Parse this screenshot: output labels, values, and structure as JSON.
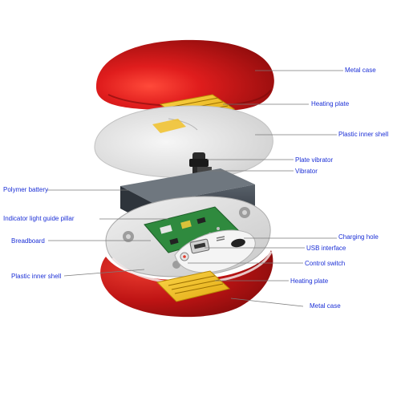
{
  "labels": {
    "metal_case_top": "Metal case",
    "heating_plate_top": "Heating plate",
    "plastic_inner_shell_right": "Plastic inner shell",
    "plate_vibrator": "Plate vibrator",
    "vibrator": "Vibrator",
    "polymer_battery": "Polymer battery",
    "indicator_light_guide_pillar": "Indicator light guide pillar",
    "charging_hole": "Charging hole",
    "breadboard": "Breadboard",
    "usb_interface": "USB interface",
    "control_switch": "Control switch",
    "plastic_inner_shell_left": "Plastic inner shell",
    "heating_plate_bottom": "Heating plate",
    "metal_case_bottom": "Metal case"
  },
  "colors": {
    "label_text": "#1b2fd6",
    "leader_line": "#7a7a7a",
    "metal_case_red": "#d01818",
    "heating_plate_yellow": "#f3c21a",
    "inner_shell_white": "#e9e9e9",
    "battery_grey": "#3c434b",
    "pcb_green": "#2f8a3e"
  }
}
